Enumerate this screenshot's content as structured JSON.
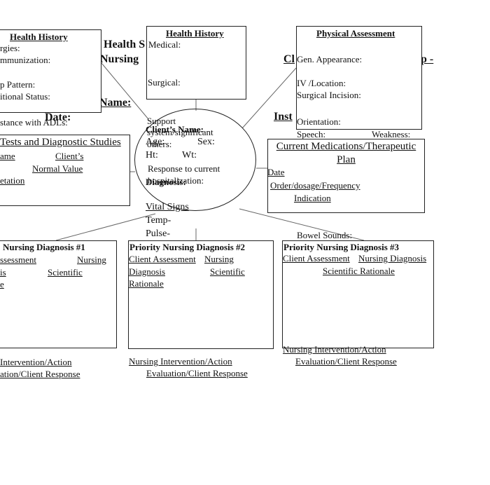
{
  "background_title": {
    "health_s": "Health S",
    "nursing": "Nursing",
    "name": "Name:",
    "date": "Date:",
    "cl": "Cl",
    "p_dash": "p -",
    "inst": "Inst"
  },
  "health_history_left": {
    "title": "Health History",
    "allergies": "rgies:",
    "immunization": "mmunization:",
    "sleep_pattern": "p Pattern:",
    "nutritional_status": "itional Status:",
    "assistance_adls": "stance with ADLs:"
  },
  "health_history_center": {
    "title": "Health History",
    "medical": "Medical:",
    "surgical": "Surgical:"
  },
  "physical_assessment": {
    "title": "Physical Assessment",
    "gen_appearance": "Gen. Appearance:",
    "iv_location": "IV /Location:",
    "surgical_incision": "Surgical Incision:",
    "orientation": "Orientation:",
    "speech": "Speech:",
    "weakness": "Weakness:"
  },
  "lab_tests": {
    "title": "Tests and Diagnostic Studies",
    "col_name": "ame",
    "col_clients": "Client’s",
    "col_normal": "Normal Value",
    "col_interpretation": "etation"
  },
  "client_circle": {
    "support": "Support",
    "system_significant": "system/significant",
    "others": "others:",
    "clients_name": "Client’s Name:",
    "age": "Age:",
    "sex": "Sex:",
    "ht": "Ht:",
    "wt": "Wt:",
    "response": "Response to current",
    "hospitalization": "hospitalization:",
    "diagnosis": "Diagnosis:",
    "vital_signs": "Vital Signs",
    "temp": "Temp-",
    "pulse": "Pulse-"
  },
  "medications": {
    "title_line1": "Current Medications/Therapeutic",
    "title_line2": "Plan",
    "date": "Date",
    "order": "Order/dosage/Frequency",
    "indication": "Indication"
  },
  "bowel_sounds": "Bowel Sounds:",
  "diagnosis_1": {
    "title": "Nursing Diagnosis #1",
    "client_assessment": "ssessment",
    "nursing": "Nursing",
    "diagnosis": "is",
    "scientific": "Scientific",
    "rationale": "e",
    "intervention": "Intervention/Action",
    "evaluation": "ation/Client Response"
  },
  "diagnosis_2": {
    "title": "Priority Nursing Diagnosis #2",
    "client_assessment": "Client Assessment",
    "nursing": "Nursing",
    "diagnosis": "Diagnosis",
    "scientific": "Scientific",
    "rationale": "Rationale",
    "intervention": "Nursing Intervention/Action",
    "evaluation": "Evaluation/Client Response"
  },
  "diagnosis_3": {
    "title": "Priority Nursing Diagnosis #3",
    "client_assessment": "Client Assessment",
    "nursing_diagnosis": "Nursing Diagnosis",
    "scientific_rationale": "Scientific Rationale",
    "intervention": "Nursing Intervention/Action",
    "evaluation": "Evaluation/Client Response"
  }
}
